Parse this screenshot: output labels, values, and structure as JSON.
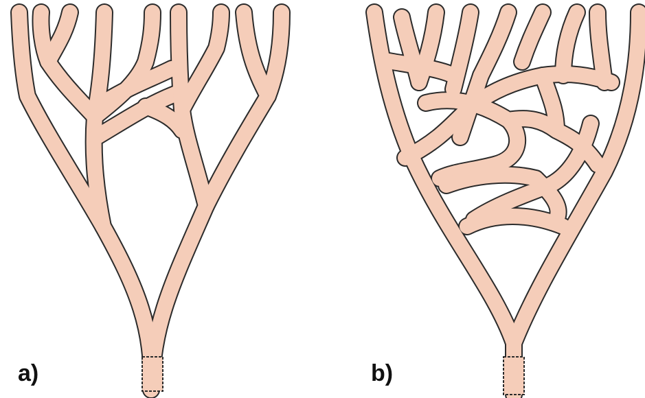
{
  "figure": {
    "panel_a": {
      "label": "a)",
      "structure": "tree-branching"
    },
    "panel_b": {
      "label": "b)",
      "structure": "loop-network"
    }
  },
  "colors": {
    "vessel_fill": "#f5cdb9",
    "vessel_outline": "#2b2b2b",
    "background": "#ffffff",
    "label": "#111111"
  }
}
